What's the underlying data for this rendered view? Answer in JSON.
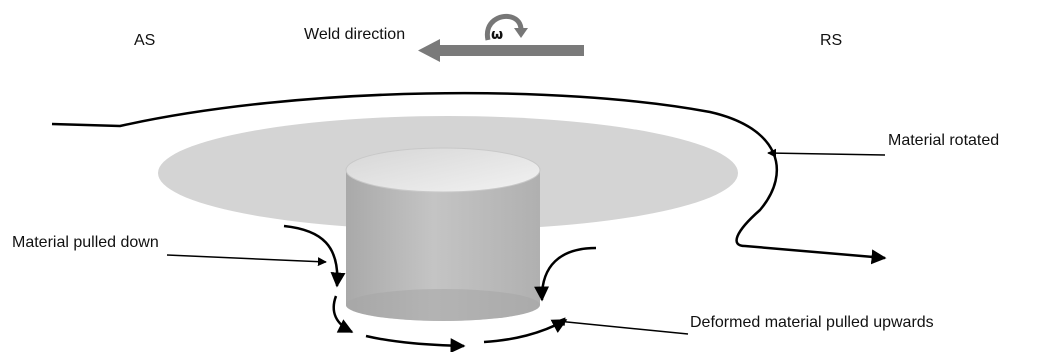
{
  "labels": {
    "advancing_side": "AS",
    "retreating_side": "RS",
    "weld_direction": "Weld direction",
    "rotation_symbol": "ω",
    "material_rotated": "Material rotated",
    "material_pulled_down": "Material pulled down",
    "deformed_material": "Deformed material pulled upwards"
  },
  "icons": {
    "weld_arrow": "left-arrow-icon",
    "rotation": "curved-rotation-arrow-icon"
  },
  "colors": {
    "ellipse_fill": "#d4d4d4",
    "tool_body": "#b8b8b8",
    "tool_top": "#e0e0e0",
    "weld_arrow": "#7a7a7a",
    "lines": "#000000"
  }
}
